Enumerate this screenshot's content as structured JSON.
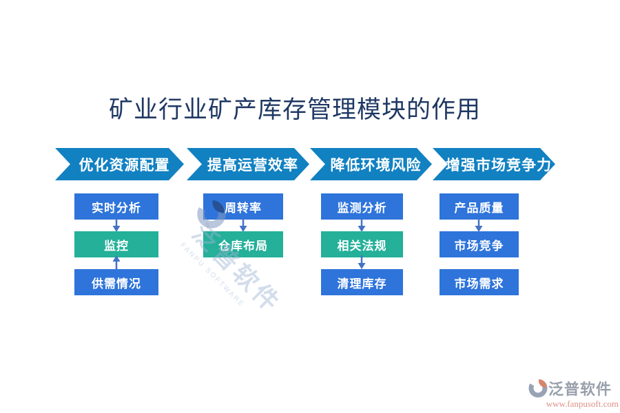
{
  "title": "矿业行业矿产库存管理模块的作用",
  "flow": {
    "columns": [
      {
        "header": "优化资源配置",
        "boxes": [
          {
            "label": "实时分析",
            "type": "blue"
          },
          {
            "label": "监控",
            "type": "green"
          },
          {
            "label": "供需情况",
            "type": "blue"
          }
        ],
        "arrows": [
          "down",
          "up"
        ]
      },
      {
        "header": "提高运营效率",
        "boxes": [
          {
            "label": "周转率",
            "type": "blue"
          },
          {
            "label": "仓库布局",
            "type": "green"
          }
        ],
        "arrows": [
          "down"
        ]
      },
      {
        "header": "降低环境风险",
        "boxes": [
          {
            "label": "监测分析",
            "type": "blue"
          },
          {
            "label": "相关法规",
            "type": "green"
          },
          {
            "label": "清理库存",
            "type": "blue"
          }
        ],
        "arrows": [
          "down",
          "down"
        ]
      },
      {
        "header": "增强市场竞争力",
        "boxes": [
          {
            "label": "产品质量",
            "type": "blue"
          },
          {
            "label": "市场竞争",
            "type": "blue"
          },
          {
            "label": "市场需求",
            "type": "blue"
          }
        ],
        "arrows": [
          "down"
        ]
      }
    ]
  },
  "watermark": {
    "cn": "泛普软件",
    "en": "FANPU SOFTWARE"
  },
  "footer": {
    "brand": "泛普软件",
    "url": "www.fanpusoft.com"
  },
  "colors": {
    "banner_blue": "#1181C2",
    "box_blue": "#2E74DB",
    "box_green": "#24B099",
    "arrow_blue": "#4472C4",
    "title_navy": "#1F3864",
    "footer_gray": "#98A0AC",
    "footer_url_red": "#DE9087",
    "logo_orange": "#D9846A"
  }
}
